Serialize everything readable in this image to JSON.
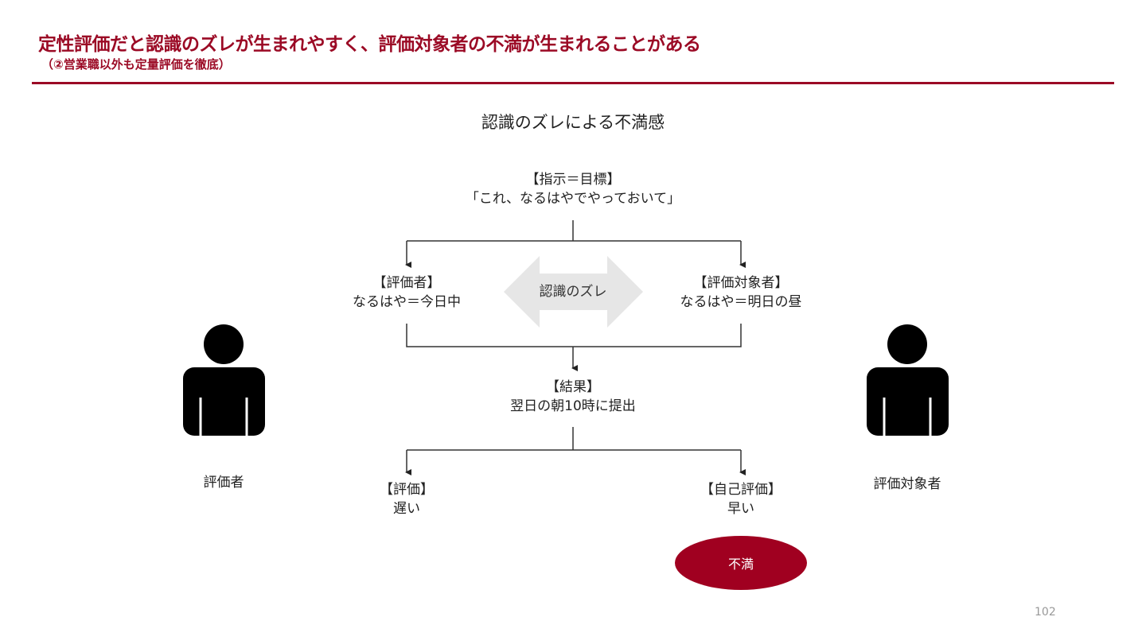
{
  "header": {
    "title": "定性評価だと認識のズレが生まれやすく、評価対象者の不満が生まれることがある",
    "subtitle": "（②営業職以外も定量評価を徹底）"
  },
  "diagram": {
    "heading": "認識のズレによる不満感",
    "instruction": {
      "label": "【指示＝目標】",
      "text": "「これ、なるはやでやっておいて」"
    },
    "evaluator": {
      "label": "【評価者】",
      "text": "なるはや＝今日中"
    },
    "evaluatee": {
      "label": "【評価対象者】",
      "text": "なるはや＝明日の昼"
    },
    "gap": "認識のズレ",
    "result": {
      "label": "【結果】",
      "text": "翌日の朝10時に提出"
    },
    "evaluation": {
      "label": "【評価】",
      "text": "遅い"
    },
    "self_evaluation": {
      "label": "【自己評価】",
      "text": "早い"
    },
    "dissatisfaction": "不満",
    "person_left": "評価者",
    "person_right": "評価対象者"
  },
  "colors": {
    "accent": "#9b0a25",
    "badge": "#a00020",
    "arrow": "#e6e6e6"
  },
  "page_number": "102"
}
